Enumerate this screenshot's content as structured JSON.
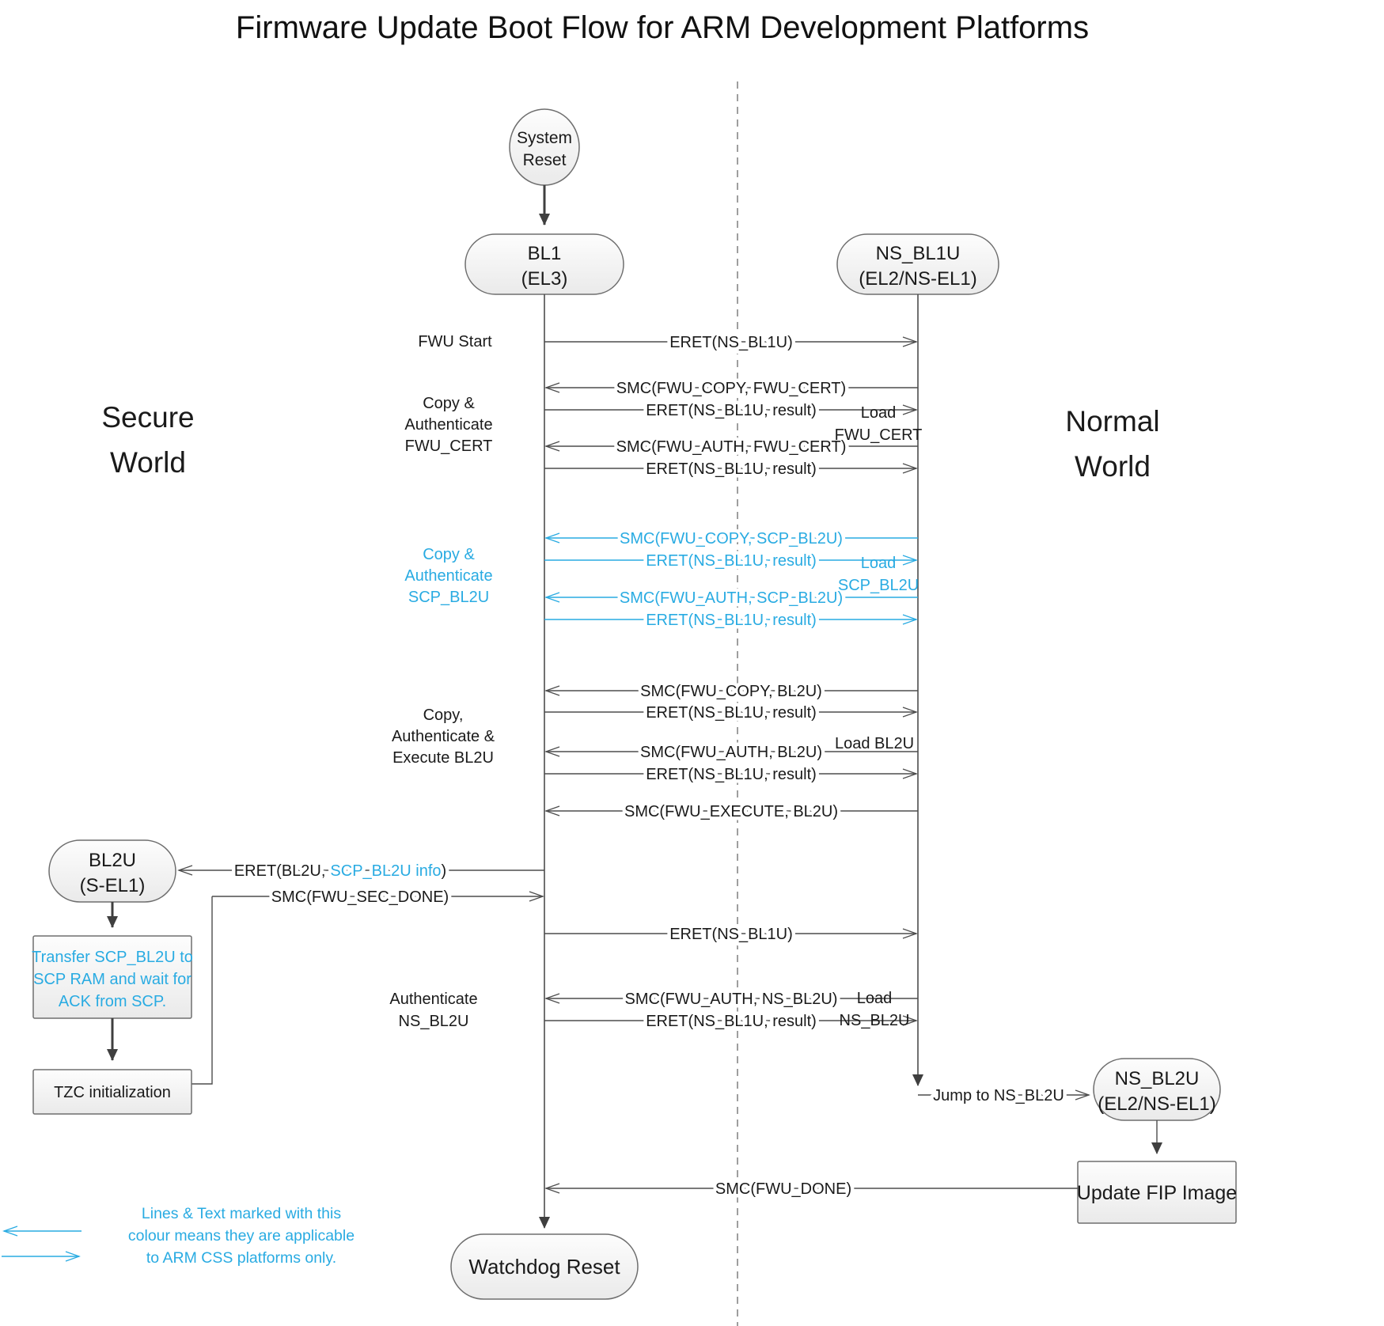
{
  "title": "Firmware Update Boot Flow for ARM Development Platforms",
  "worlds": {
    "secure": [
      "Secure",
      "World"
    ],
    "normal": [
      "Normal",
      "World"
    ]
  },
  "nodes": {
    "system_reset": [
      "System",
      "Reset"
    ],
    "bl1": [
      "BL1",
      "(EL3)"
    ],
    "ns_bl1u": [
      "NS_BL1U",
      "(EL2/NS-EL1)"
    ],
    "bl2u": [
      "BL2U",
      "(S-EL1)"
    ],
    "ns_bl2u": [
      "NS_BL2U",
      "(EL2/NS-EL1)"
    ],
    "watchdog": "Watchdog Reset",
    "update_fip": "Update FIP Image",
    "transfer_scp": [
      "Transfer SCP_BL2U to",
      "SCP RAM and wait for",
      "ACK from SCP."
    ],
    "tzc": "TZC initialization"
  },
  "messages": {
    "fwu_start_eret": "ERET(NS_BL1U)",
    "smc_fwu_copy_fwu_cert": "SMC(FWU_COPY, FWU_CERT)",
    "eret_result_a": "ERET(NS_BL1U, result)",
    "smc_fwu_auth_fwu_cert": "SMC(FWU_AUTH, FWU_CERT)",
    "eret_result_b": "ERET(NS_BL1U, result)",
    "smc_fwu_copy_scp_bl2u": "SMC(FWU_COPY, SCP_BL2U)",
    "eret_result_c": "ERET(NS_BL1U, result)",
    "smc_fwu_auth_scp_bl2u": "SMC(FWU_AUTH, SCP_BL2U)",
    "eret_result_d": "ERET(NS_BL1U, result)",
    "smc_fwu_copy_bl2u": "SMC(FWU_COPY, BL2U)",
    "eret_result_e": "ERET(NS_BL1U, result)",
    "smc_fwu_auth_bl2u": "SMC(FWU_AUTH, BL2U)",
    "eret_result_f": "ERET(NS_BL1U, result)",
    "smc_fwu_execute_bl2u": "SMC(FWU_EXECUTE, BL2U)",
    "eret_bl2u_prefix": "ERET(BL2U,",
    "eret_bl2u_blue": "SCP_BL2U info",
    "eret_bl2u_suffix": ")",
    "smc_fwu_sec_done": "SMC(FWU_SEC_DONE)",
    "eret_ns_bl1u": "ERET(NS_BL1U)",
    "smc_fwu_auth_ns_bl2u": "SMC(FWU_AUTH, NS_BL2U)",
    "eret_result_g": "ERET(NS_BL1U, result)",
    "jump_to_ns_bl2u": "Jump to NS_BL2U",
    "smc_fwu_done": "SMC(FWU_DONE)"
  },
  "side_labels": {
    "fwu_start": "FWU Start",
    "copy_auth_fwu_cert": [
      "Copy &",
      "Authenticate",
      "FWU_CERT"
    ],
    "load_fwu_cert": [
      "Load",
      "FWU_CERT"
    ],
    "copy_auth_scp_bl2u": [
      "Copy &",
      "Authenticate",
      "SCP_BL2U"
    ],
    "load_scp_bl2u": [
      "Load",
      "SCP_BL2U"
    ],
    "copy_auth_exec_bl2u": [
      "Copy,",
      "Authenticate &",
      "Execute BL2U"
    ],
    "load_bl2u": "Load BL2U",
    "authenticate_ns_bl2u": [
      "Authenticate",
      "NS_BL2U"
    ],
    "load_ns_bl2u": [
      "Load",
      "NS_BL2U"
    ]
  },
  "legend": {
    "lines": [
      "Lines & Text marked with this",
      "colour means they are applicable",
      "to ARM CSS platforms only."
    ]
  },
  "colors": {
    "css_platform_blue": "#29ABE2",
    "line_gray": "#4d4d4d"
  }
}
